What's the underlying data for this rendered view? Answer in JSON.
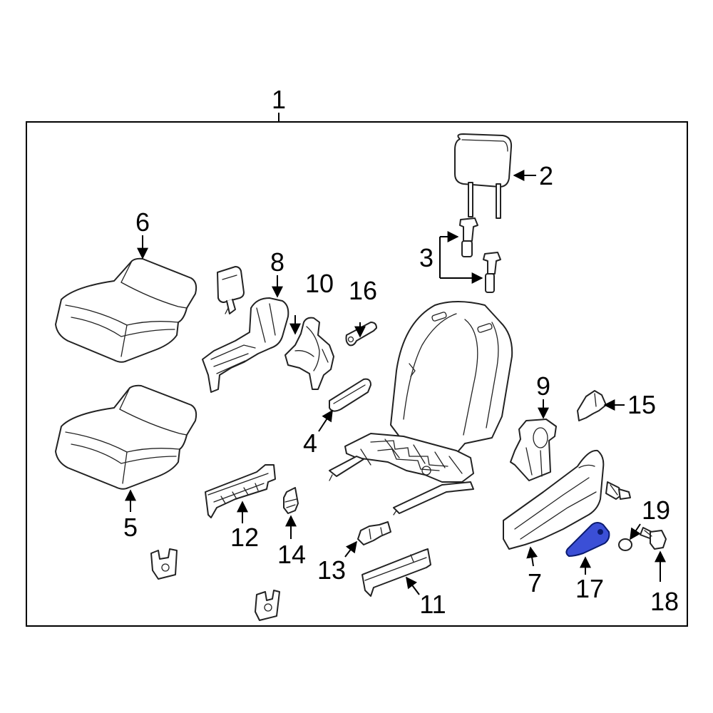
{
  "diagram": {
    "highlight_color": "#3b4fd6",
    "highlighted_part": "17",
    "callouts": {
      "c1": "1",
      "c2": "2",
      "c3": "3",
      "c4": "4",
      "c5": "5",
      "c6": "6",
      "c7": "7",
      "c8": "8",
      "c9": "9",
      "c10": "10",
      "c11": "11",
      "c12": "12",
      "c13": "13",
      "c14": "14",
      "c15": "15",
      "c16": "16",
      "c17": "17",
      "c18": "18",
      "c19": "19"
    }
  }
}
